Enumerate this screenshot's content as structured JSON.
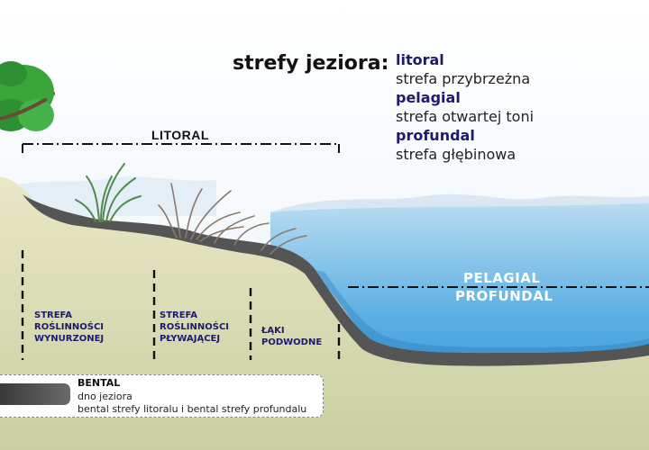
{
  "title": "strefy jeziora:",
  "zones": [
    {
      "name": "litoral",
      "desc": "strefa przybrzeżna"
    },
    {
      "name": "pelagial",
      "desc": "strefa otwartej toni"
    },
    {
      "name": "profundal",
      "desc": "strefa głębinowa"
    }
  ],
  "litoral_label": "LITORAL",
  "vegetation_zones": [
    {
      "line1": "STREFA",
      "line2": "ROŚLINNOŚCI",
      "line3": "WYNURZONEJ"
    },
    {
      "line1": "STREFA",
      "line2": "ROŚLINNOŚCI",
      "line3": "PŁYWAJĄCEJ"
    },
    {
      "line1": "ŁĄKI",
      "line2": "PODWODNE"
    }
  ],
  "water_labels": {
    "pelagial": "PELAGIAL",
    "profundal": "PROFUNDAL"
  },
  "legend": {
    "title": "BENTAL",
    "line1": "dno jeziora",
    "line2": "bental strefy litoralu i bental strefy profundalu"
  },
  "colors": {
    "sky_top": "#ffffff",
    "sky_bottom": "#cfe3f1",
    "water_top": "#a9d4ee",
    "water_bottom": "#1d86cf",
    "sediment": "#555555",
    "ground": "#e4e3bf",
    "zone_text": "#1e1a6e",
    "tree_green": "#3aa53a"
  }
}
